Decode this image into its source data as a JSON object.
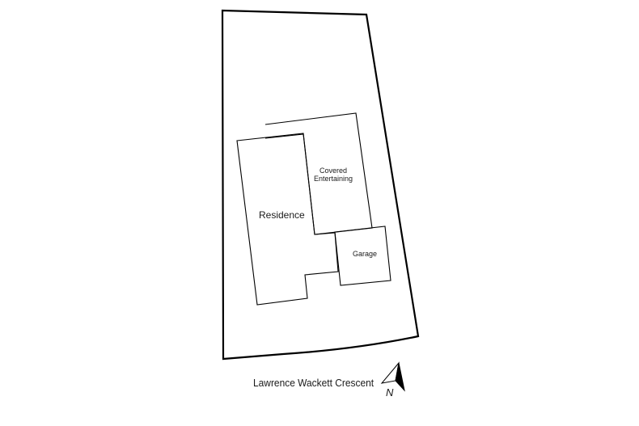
{
  "site_plan": {
    "labels": {
      "residence": "Residence",
      "covered_line1": "Covered",
      "covered_line2": "Entertaining",
      "garage": "Garage"
    },
    "street": "Lawrence Wackett Crescent",
    "north_label": "N",
    "colors": {
      "line": "#000000",
      "background": "#ffffff"
    }
  }
}
